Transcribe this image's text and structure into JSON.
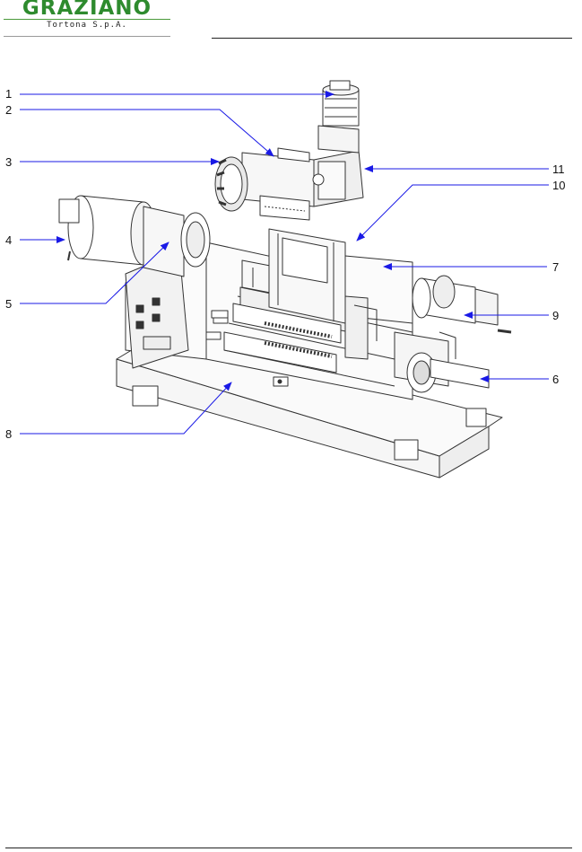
{
  "logo": {
    "brand": "GRAZIANO",
    "subtitle": "Tortona S.p.A.",
    "brand_color": "#2e8b2e"
  },
  "callouts": [
    {
      "label": "1"
    },
    {
      "label": "2"
    },
    {
      "label": "3"
    },
    {
      "label": "11"
    },
    {
      "label": "10"
    },
    {
      "label": "4"
    },
    {
      "label": "7"
    },
    {
      "label": "5"
    },
    {
      "label": "9"
    },
    {
      "label": "6"
    },
    {
      "label": "8"
    }
  ],
  "colors": {
    "arrow": "#1a1ae6",
    "line": "#1a1ae6",
    "drawing": "#333333"
  }
}
